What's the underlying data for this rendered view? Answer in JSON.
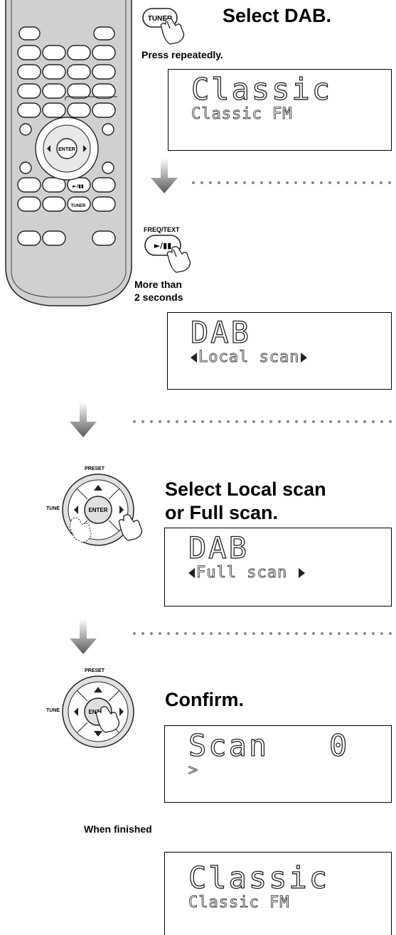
{
  "step1": {
    "heading": "Select DAB.",
    "note": "Press repeatedly.",
    "button": "TUNER"
  },
  "display1": {
    "line1": "Classic",
    "line2": "Classic FM"
  },
  "step2": {
    "button_label": "FREQ/TEXT",
    "button_symbol": "►/▮▮",
    "note_line1": "More than",
    "note_line2": "2 seconds"
  },
  "display2": {
    "line1": "DAB",
    "line2": "Local scan"
  },
  "step3": {
    "heading_line1": "Select Local scan",
    "heading_line2": "or Full scan."
  },
  "display3": {
    "line1": "DAB",
    "line2": "Full scan "
  },
  "step4": {
    "heading": "Confirm."
  },
  "display4": {
    "line1": "Scan   0",
    "line2": ">"
  },
  "step5": {
    "note": "When finished"
  },
  "display5": {
    "line1": "Classic",
    "line2": "Classic FM"
  },
  "remote": {
    "enter": "ENTER",
    "play": "►/▮▮",
    "tuner": "TUNER"
  },
  "pad": {
    "preset": "PRESET",
    "tune": "TUNE",
    "enter": "ENTER"
  }
}
